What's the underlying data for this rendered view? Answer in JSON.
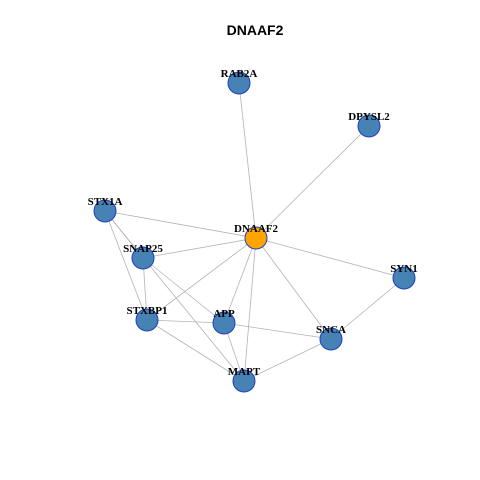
{
  "title": "DNAAF2",
  "colors": {
    "center_node": "#FFA500",
    "node": "#4682B4",
    "node_border": "#1F3FBF",
    "edge": "#B3B3B3"
  },
  "nodes": [
    {
      "id": "DNAAF2",
      "label": "DNAAF2",
      "center": true
    },
    {
      "id": "RAB2A",
      "label": "RAB2A"
    },
    {
      "id": "DPYSL2",
      "label": "DPYSL2"
    },
    {
      "id": "STX1A",
      "label": "STX1A"
    },
    {
      "id": "SNAP25",
      "label": "SNAP25"
    },
    {
      "id": "SYN1",
      "label": "SYN1"
    },
    {
      "id": "STXBP1",
      "label": "STXBP1"
    },
    {
      "id": "APP",
      "label": "APP"
    },
    {
      "id": "SNCA",
      "label": "SNCA"
    },
    {
      "id": "MAPT",
      "label": "MAPT"
    }
  ],
  "edges": [
    [
      "DNAAF2",
      "RAB2A"
    ],
    [
      "DNAAF2",
      "DPYSL2"
    ],
    [
      "DNAAF2",
      "STX1A"
    ],
    [
      "DNAAF2",
      "SNAP25"
    ],
    [
      "DNAAF2",
      "SYN1"
    ],
    [
      "DNAAF2",
      "STXBP1"
    ],
    [
      "DNAAF2",
      "APP"
    ],
    [
      "DNAAF2",
      "SNCA"
    ],
    [
      "DNAAF2",
      "MAPT"
    ],
    [
      "STX1A",
      "SNAP25"
    ],
    [
      "STX1A",
      "STXBP1"
    ],
    [
      "STX1A",
      "MAPT"
    ],
    [
      "SNAP25",
      "STXBP1"
    ],
    [
      "SNAP25",
      "APP"
    ],
    [
      "STXBP1",
      "APP"
    ],
    [
      "STXBP1",
      "MAPT"
    ],
    [
      "APP",
      "SNCA"
    ],
    [
      "APP",
      "MAPT"
    ],
    [
      "SNCA",
      "MAPT"
    ],
    [
      "SYN1",
      "SNCA"
    ]
  ]
}
